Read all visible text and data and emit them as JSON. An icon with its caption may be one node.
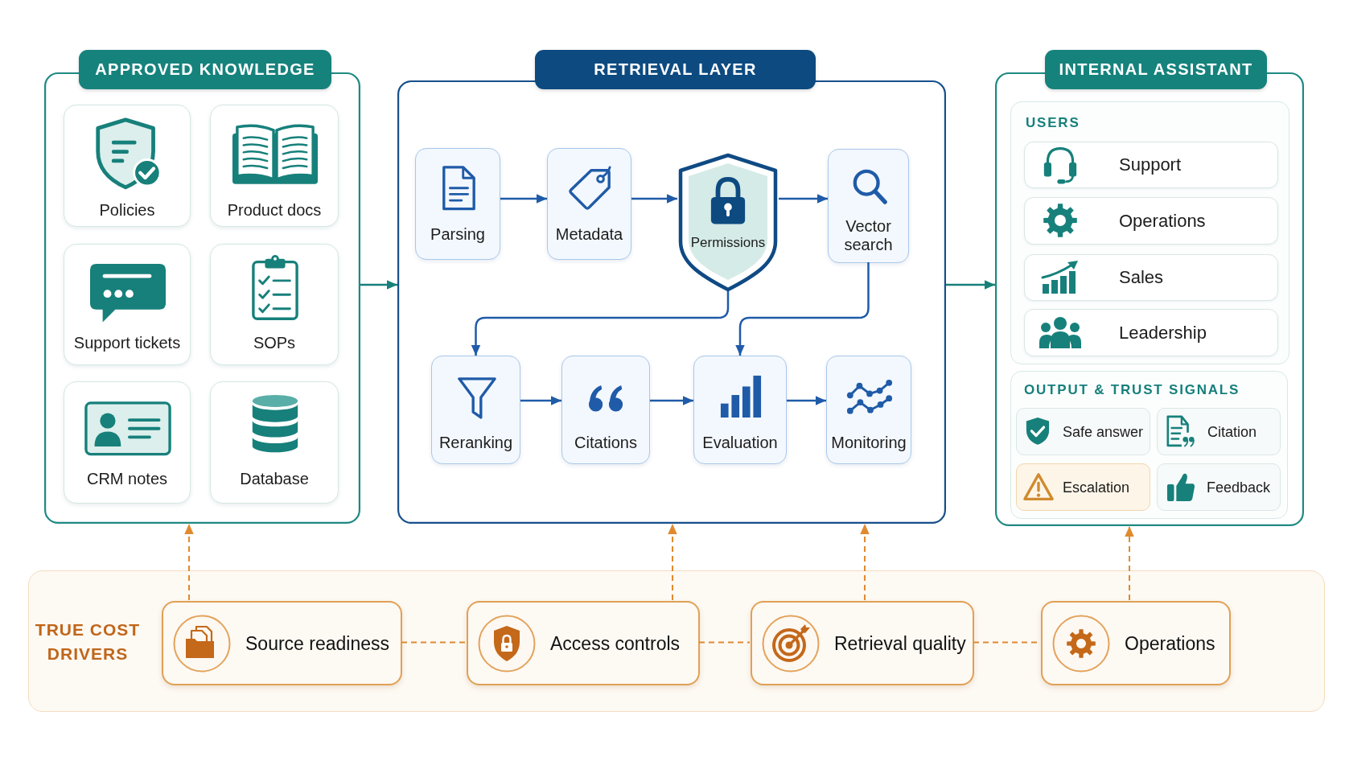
{
  "diagram": {
    "nodes": [
      {
        "text": [
          "APPROVED KNOWLEDGE"
        ]
      },
      {
        "text": [
          "Policies"
        ],
        "in": 0
      },
      {
        "text": [
          "Product docs"
        ],
        "in": 0
      },
      {
        "text": [
          "Support tickets"
        ],
        "in": 0
      },
      {
        "text": [
          "SOPs"
        ],
        "in": 0
      },
      {
        "text": [
          "CRM notes"
        ],
        "in": 0
      },
      {
        "text": [
          "Database"
        ],
        "in": 0
      },
      {
        "text": [
          "RETRIEVAL LAYER"
        ]
      },
      {
        "text": [
          "Parsing"
        ],
        "in": 7
      },
      {
        "text": [
          "Metadata"
        ],
        "in": 7
      },
      {
        "text": [
          "Permissions"
        ],
        "in": 7
      },
      {
        "text": [
          "Vector search"
        ],
        "in": 7
      },
      {
        "text": [
          "Reranking"
        ],
        "in": 7
      },
      {
        "text": [
          "Citations"
        ],
        "in": 7
      },
      {
        "text": [
          "Evaluation"
        ],
        "in": 7
      },
      {
        "text": [
          "Monitoring"
        ],
        "in": 7
      },
      {
        "text": [
          "INTERNAL ASSISTANT"
        ]
      },
      {
        "text": [
          "USERS"
        ],
        "in": 16
      },
      {
        "text": [
          "Support"
        ],
        "in": 17
      },
      {
        "text": [
          "Operations"
        ],
        "in": 17
      },
      {
        "text": [
          "Sales"
        ],
        "in": 17
      },
      {
        "text": [
          "Leadership"
        ],
        "in": 17
      },
      {
        "text": [
          "OUTPUT & TRUST SIGNALS"
        ],
        "in": 16
      },
      {
        "text": [
          "Safe answer"
        ],
        "in": 22
      },
      {
        "text": [
          "Citation"
        ],
        "in": 22
      },
      {
        "text": [
          "Escalation"
        ],
        "in": 22
      },
      {
        "text": [
          "Feedback"
        ],
        "in": 22
      },
      {
        "text": [
          "TRUE COST DRIVERS"
        ]
      },
      {
        "text": [
          "Source readiness"
        ],
        "in": 27
      },
      {
        "text": [
          "Access controls"
        ],
        "in": 27
      },
      {
        "text": [
          "Retrieval quality"
        ],
        "in": 27
      },
      {
        "text": [
          "Operations"
        ],
        "in": 27
      }
    ],
    "edges": [
      {
        "from": 0,
        "to": 7,
        "arrow": "to",
        "color": "#17807b"
      },
      {
        "from": 7,
        "to": 16,
        "arrow": "to",
        "color": "#17807b"
      },
      {
        "from": 8,
        "to": 9,
        "arrow": "to"
      },
      {
        "from": 9,
        "to": 10,
        "arrow": "to"
      },
      {
        "from": 10,
        "to": 11,
        "arrow": "to"
      },
      {
        "from": 10,
        "to": 12,
        "arrow": "to"
      },
      {
        "from": 11,
        "to": 14,
        "arrow": "to"
      },
      {
        "from": 12,
        "to": 13,
        "arrow": "to"
      },
      {
        "from": 13,
        "to": 14,
        "arrow": "to"
      },
      {
        "from": 14,
        "to": 15,
        "arrow": "to"
      },
      {
        "from": 28,
        "to": 0,
        "arrow": "to",
        "style": "dashed",
        "color": "#e08a30"
      },
      {
        "from": 29,
        "to": 7,
        "arrow": "to",
        "style": "dashed",
        "color": "#e08a30"
      },
      {
        "from": 30,
        "to": 7,
        "arrow": "to",
        "style": "dashed",
        "color": "#e08a30"
      },
      {
        "from": 31,
        "to": 16,
        "arrow": "to",
        "style": "dashed",
        "color": "#e08a30"
      },
      {
        "from": 28,
        "to": 29,
        "arrow": "none",
        "style": "dashed",
        "color": "#e08a30"
      },
      {
        "from": 29,
        "to": 30,
        "arrow": "none",
        "style": "dashed",
        "color": "#e08a30"
      },
      {
        "from": 30,
        "to": 31,
        "arrow": "none",
        "style": "dashed",
        "color": "#e08a30"
      }
    ]
  }
}
